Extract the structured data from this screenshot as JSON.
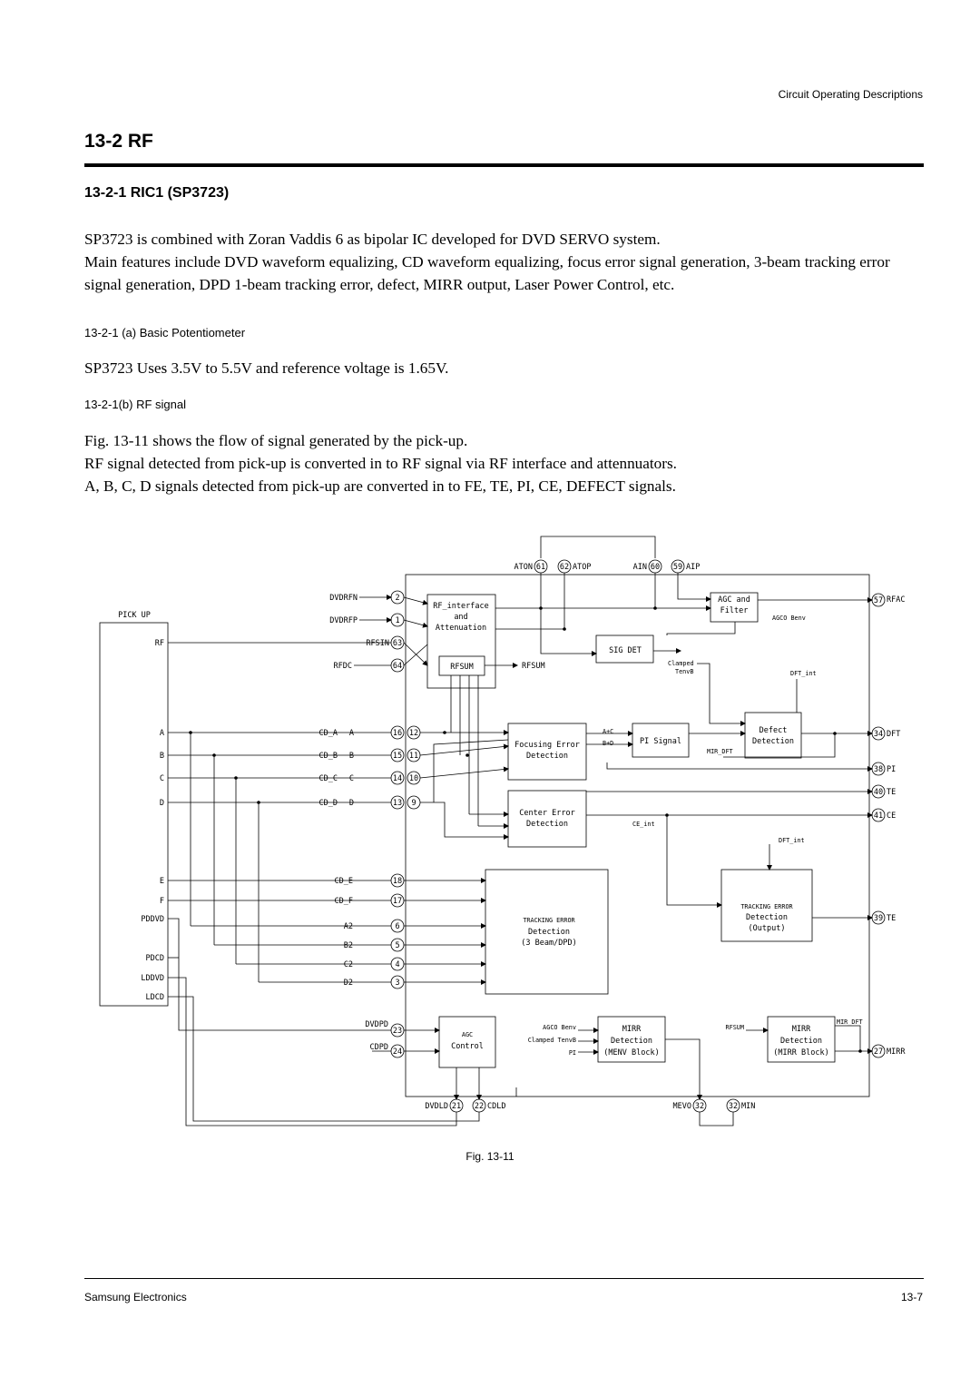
{
  "header": {
    "section": "Circuit Operating Descriptions"
  },
  "title": "13-2 RF",
  "subtitle": "13-2-1 RIC1 (SP3723)",
  "intro": [
    "SP3723 is combined with Zoran Vaddis 6 as bipolar IC developed for DVD SERVO system.",
    "Main features include DVD waveform equalizing, CD waveform equalizing, focus error signal generation, 3-beam tracking error signal generation, DPD 1-beam tracking error, defect, MIRR output, Laser Power Control, etc."
  ],
  "sub_a": {
    "heading": "13-2-1 (a) Basic Potentiometer",
    "text": "SP3723 Uses 3.5V to 5.5V and reference voltage is 1.65V."
  },
  "sub_b": {
    "heading": "13-2-1(b) RF signal",
    "lines": [
      "Fig. 13-11 shows the flow of signal generated by the pick-up.",
      "RF signal detected from pick-up is converted in to RF signal via RF interface and attennuators.",
      "A, B, C, D signals detected from pick-up are converted in to FE, TE, PI, CE, DEFECT signals."
    ]
  },
  "diagram": {
    "pickup": {
      "title": "PICK UP",
      "pins": [
        "RF",
        "A",
        "B",
        "C",
        "D",
        "E",
        "F",
        "PDDVD",
        "PDCD",
        "LDDVD",
        "LDCD"
      ]
    },
    "left_signals": {
      "dvdrfn": "DVDRFN",
      "dvdrfp": "DVDRFP",
      "rfsin": "RFSIN",
      "rfdc": "RFDC",
      "cda": "CD_A",
      "cdb": "CD_B",
      "cdc": "CD_C",
      "cdd": "CD_D",
      "a": "A",
      "b": "B",
      "c": "C",
      "d": "D",
      "cde": "CD_E",
      "cdf": "CD_F",
      "a2": "A2",
      "b2": "B2",
      "c2": "C2",
      "d2": "D2",
      "dvdpd": "DVDPD",
      "cdpd": "CDPD"
    },
    "pins": {
      "p2": "2",
      "p1": "1",
      "p63": "63",
      "p64": "64",
      "p16": "16",
      "p12": "12",
      "p15": "15",
      "p11": "11",
      "p14": "14",
      "p10": "10",
      "p13": "13",
      "p9": "9",
      "p18": "18",
      "p17": "17",
      "p6": "6",
      "p5": "5",
      "p4": "4",
      "p3": "3",
      "p23": "23",
      "p24": "24",
      "p61": "61",
      "p62": "62",
      "p60": "60",
      "p59": "59",
      "p57": "57",
      "p34": "34",
      "p38": "38",
      "p40": "40",
      "p41": "41",
      "p39": "39",
      "p27": "27",
      "p21": "21",
      "p22": "22",
      "p32a": "32",
      "p32b": "32"
    },
    "top_signals": {
      "aton": "ATON",
      "atop": "ATOP",
      "ain": "AIN",
      "aip": "AIP"
    },
    "right_signals": {
      "rfac": "RFAC",
      "dft": "DFT",
      "pi": "PI",
      "te1": "TE",
      "ce": "CE",
      "te2": "TE",
      "mirr": "MIRR"
    },
    "bottom_signals": {
      "dvdld": "DVDLD",
      "cdld": "CDLD",
      "mevo": "MEVO",
      "min": "MIN"
    },
    "blocks": {
      "rf_interface": [
        "RF_interface",
        "and",
        "Attenuation"
      ],
      "rfsum": "RFSUM",
      "agc_filter": [
        "AGC and",
        "Filter"
      ],
      "sig_det": "SIG DET",
      "focus": [
        "Focusing Error",
        "Detection"
      ],
      "pi_signal": "PI Signal",
      "defect": [
        "Defect",
        "Detection"
      ],
      "center": [
        "Center Error",
        "Detection"
      ],
      "tracking": [
        "TRACKING ERROR",
        "Detection",
        "(3 Beam/DPD)"
      ],
      "tracking_out": [
        "TRACKING ERROR",
        "Detection",
        "(Output)"
      ],
      "agc_control": [
        "AGC",
        "Control"
      ],
      "mirr_menv": [
        "MIRR",
        "Detection",
        "(MENV Block)"
      ],
      "mirr_block": [
        "MIRR",
        "Detection",
        "(MIRR Block)"
      ]
    },
    "inner_labels": {
      "rfsum_out": "RFSUM",
      "agco_benv": "AGCO Benv",
      "clamped": "Clamped",
      "tenvb": "TenvB",
      "dft_int1": "DFT_int",
      "apc": "A+C",
      "bpd": "B+D",
      "mir_dft": "MIR_DFT",
      "ce_int": "CE_int",
      "dft_int2": "DFT_int",
      "agco_benv2": "AGCO Benv",
      "clamped_tenvb": "Clamped TenvB",
      "pi_in": "PI",
      "rfsum_in": "RFSUM",
      "mir_dft2": "MIR_DFT"
    }
  },
  "figure_caption": "Fig. 13-11",
  "footer": {
    "left": "Samsung Electronics",
    "right": "13-7"
  }
}
